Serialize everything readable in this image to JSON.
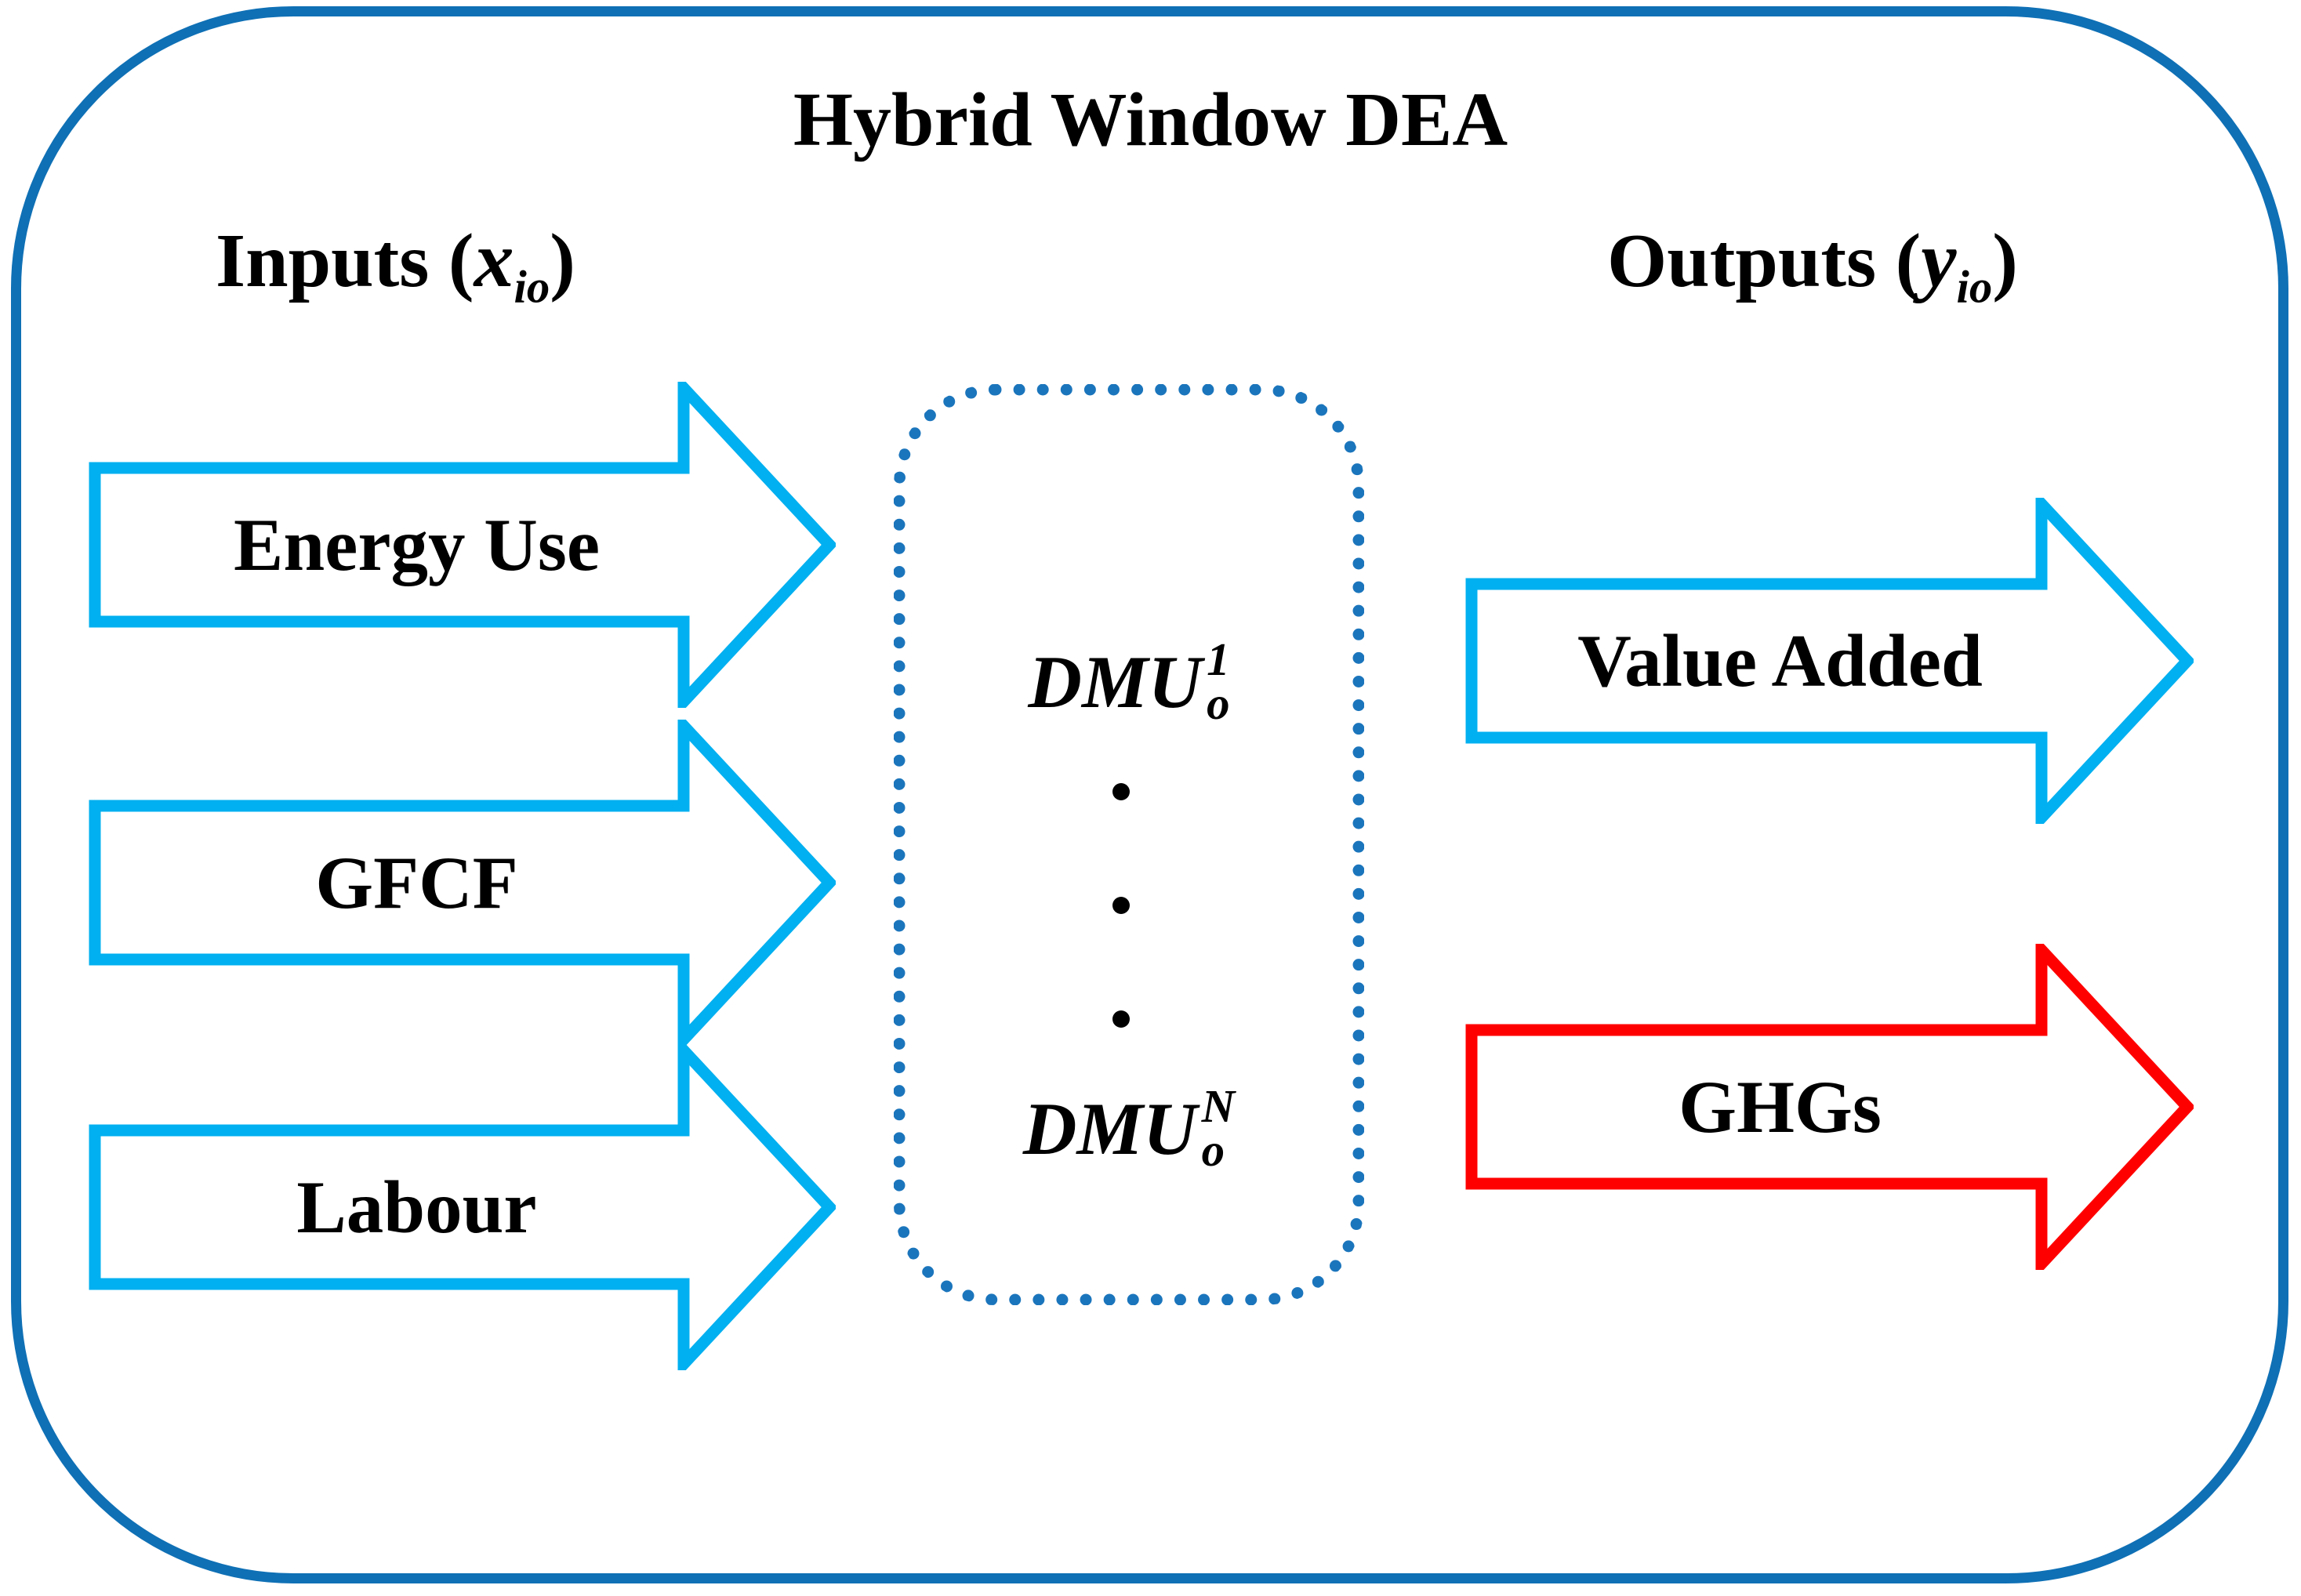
{
  "diagram": {
    "title": "Hybrid Window DEA",
    "inputs_heading": {
      "prefix": "Inputs (",
      "symbol": "x",
      "subscript": "io",
      "suffix": ")"
    },
    "outputs_heading": {
      "prefix": "Outputs (",
      "symbol": "y",
      "subscript": "io",
      "suffix": ")"
    },
    "input_arrows": [
      {
        "label": "Energy Use"
      },
      {
        "label": "GFCF"
      },
      {
        "label": "Labour"
      }
    ],
    "output_arrows": [
      {
        "label": "Value Added",
        "color": "#00B0F0"
      },
      {
        "label": "GHGs",
        "color": "#FF0000"
      }
    ],
    "dmu_box": {
      "first": {
        "main": "DMU",
        "sup": "1",
        "sub": "o"
      },
      "last": {
        "main": "DMU",
        "sup": "N",
        "sub": "o"
      }
    },
    "colors": {
      "input_arrow_blue": "#00B0F0",
      "output_value_blue": "#00B0F0",
      "output_ghg_red": "#FF0000",
      "frame_blue": "#0F70B5",
      "dotted_box_blue": "#1B75BC",
      "text": "#000000",
      "background": "#FFFFFF"
    }
  }
}
